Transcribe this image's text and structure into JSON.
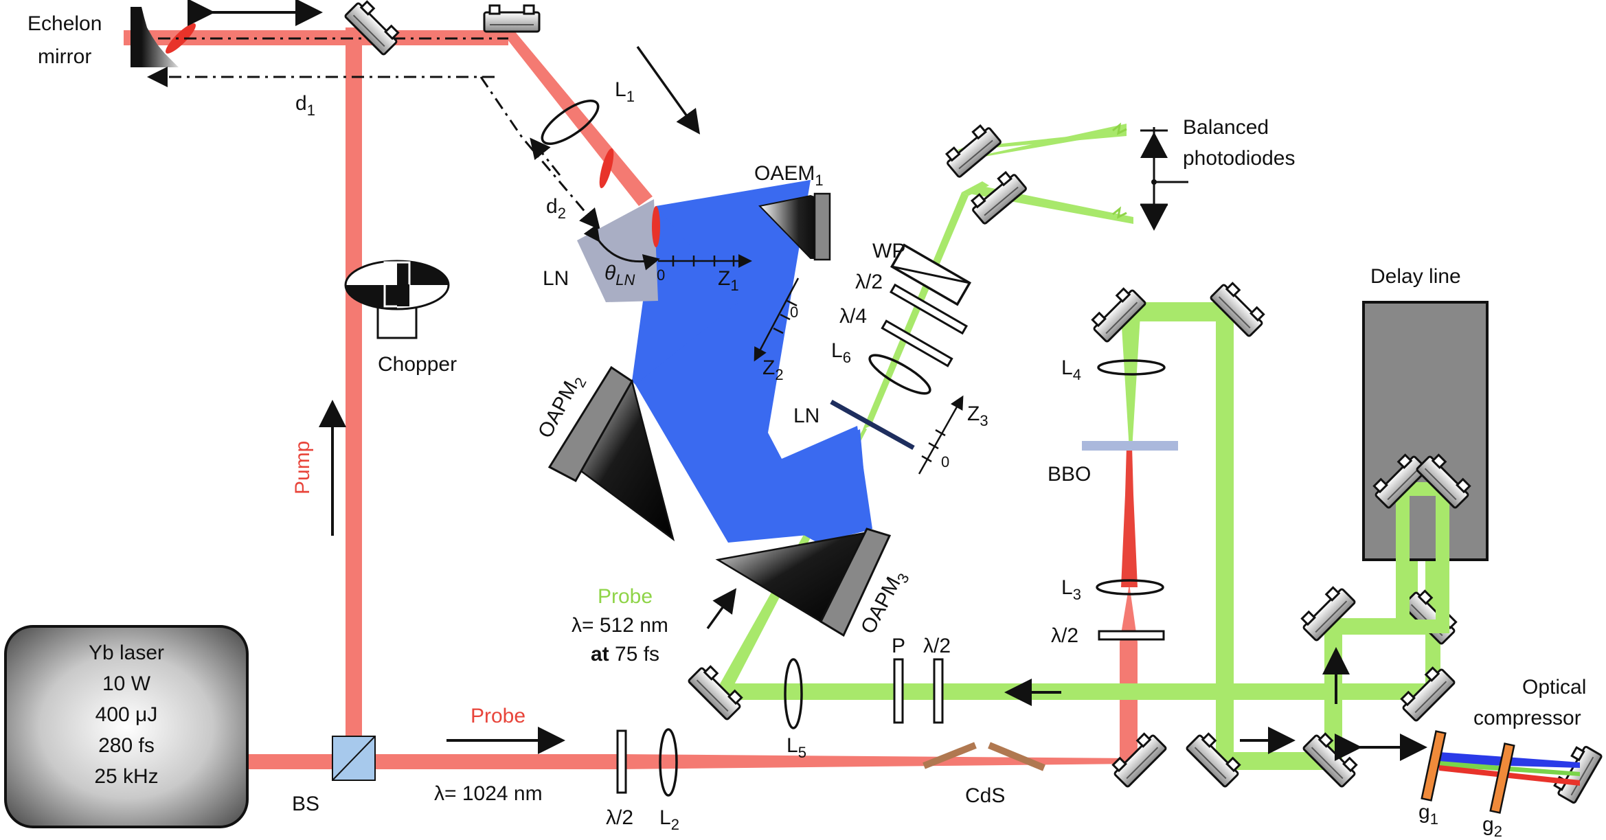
{
  "colors": {
    "pump_beam": "#f47a72",
    "probe_green": "#a8e86b",
    "thz_blue": "#3a6af0",
    "lens_spot": "#e8332a",
    "crystal_grey": "#a9aec4",
    "delay_box": "#888888",
    "bbo": "#aab8dc",
    "grating": "#f08a3a",
    "cds_brown": "#b07850"
  },
  "labels": {
    "echelon_1": "Echelon",
    "echelon_2": "mirror",
    "d1": "d",
    "d1_sub": "1",
    "d2": "d",
    "d2_sub": "2",
    "l1": "L",
    "l1_sub": "1",
    "oaem1": "OAEM",
    "oaem1_sub": "1",
    "ln_top": "LN",
    "theta": "θ",
    "theta_sub": "LN",
    "z1": "Z",
    "z1_sub": "1",
    "z1_zero": "0",
    "z2": "Z",
    "z2_sub": "2",
    "z2_zero": "0",
    "z3": "Z",
    "z3_sub": "3",
    "z3_zero": "0",
    "balanced_1": "Balanced",
    "balanced_2": "photodiodes",
    "wp": "WP",
    "half_wave_top": "λ/2",
    "quarter_wave": "λ/4",
    "l6": "L",
    "l6_sub": "6",
    "ln_mid": "LN",
    "chopper": "Chopper",
    "pump": "Pump",
    "oapm2": "OAPM",
    "oapm2_sub": "2",
    "oapm3": "OAPM",
    "oapm3_sub": "3",
    "probe_green_label": "Probe",
    "probe_lambda_green": "λ= 512 nm",
    "probe_at": "at",
    "probe_fs": " 75 fs",
    "laser_1": "Yb laser",
    "laser_2": "10 W",
    "laser_3": "400 μJ",
    "laser_4": "280 fs",
    "laser_5": "25 kHz",
    "bs": "BS",
    "probe_red_label": "Probe",
    "probe_lambda_red": "λ= 1024 nm",
    "half_wave_bottom": "λ/2",
    "l2": "L",
    "l2_sub": "2",
    "l5": "L",
    "l5_sub": "5",
    "p": "P",
    "half_wave_green": "λ/2",
    "cds": "CdS",
    "l4": "L",
    "l4_sub": "4",
    "bbo": "BBO",
    "l3": "L",
    "l3_sub": "3",
    "half_wave_right": "λ/2",
    "delay_line": "Delay line",
    "optical_1": "Optical",
    "optical_2": "compressor",
    "g1": "g",
    "g1_sub": "1",
    "g2": "g",
    "g2_sub": "2"
  }
}
